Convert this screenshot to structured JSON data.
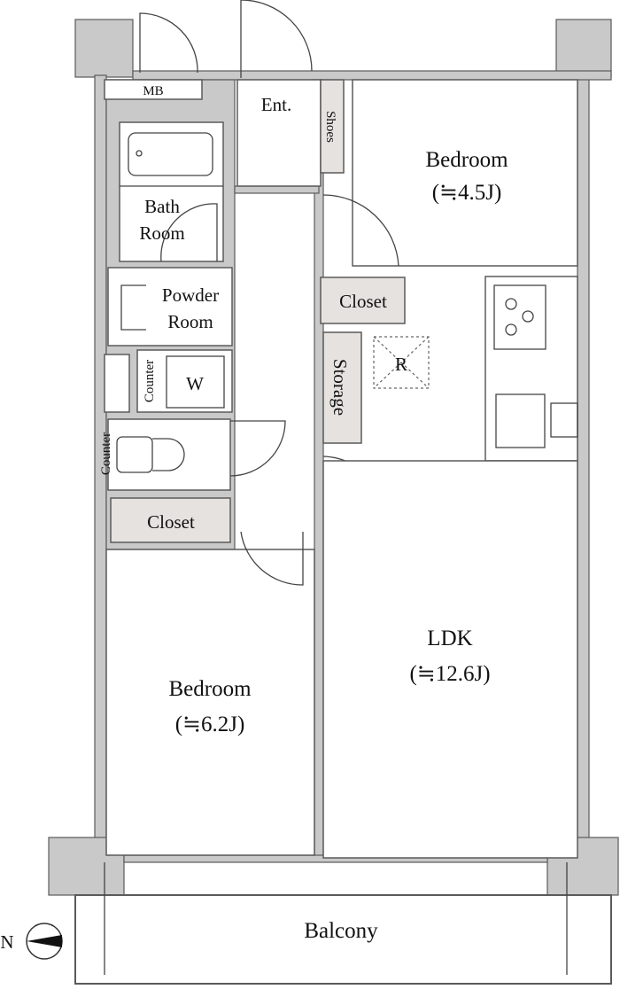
{
  "colors": {
    "wall": "#c9c9c9",
    "storage": "#e5e2df",
    "line": "#5a5a5a"
  },
  "rooms": {
    "mb": "MB",
    "entrance": "Ent.",
    "shoes": "Shoes",
    "bedroom_north": {
      "name": "Bedroom",
      "size": "(≒4.5J)"
    },
    "bath": {
      "line1": "Bath",
      "line2": "Room"
    },
    "powder": {
      "line1": "Powder",
      "line2": "Room"
    },
    "counter_1": "Counter",
    "counter_2": "Counter",
    "washer": "W",
    "closet_north": "Closet",
    "storage": "Storage",
    "refrigerator": "R",
    "closet_south": "Closet",
    "ldk": {
      "name": "LDK",
      "size": "(≒12.6J)"
    },
    "bedroom_south": {
      "name": "Bedroom",
      "size": "(≒6.2J)"
    },
    "balcony": "Balcony"
  },
  "compass": {
    "label": "N",
    "icon": "north-arrow-icon"
  }
}
